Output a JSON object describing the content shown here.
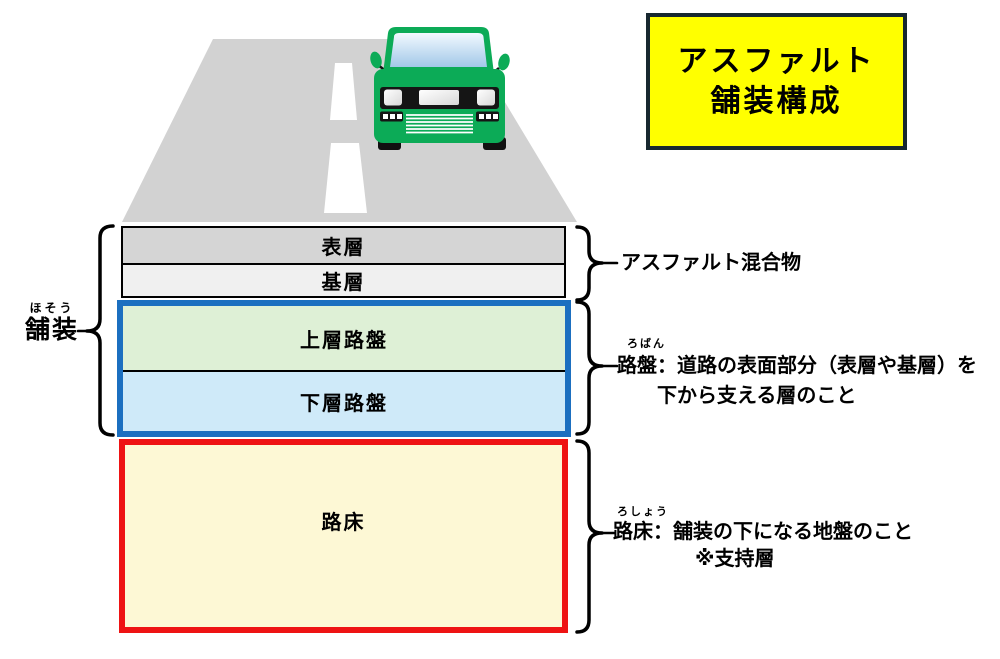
{
  "title_box": {
    "line1": "アスファルト",
    "line2": "舗装構成"
  },
  "pavement_bracket_label": {
    "furigana": "ほそう",
    "label": "舗装"
  },
  "layers": [
    {
      "id": "surface",
      "label": "表層"
    },
    {
      "id": "binder",
      "label": "基層"
    },
    {
      "id": "upper_base",
      "label": "上層路盤"
    },
    {
      "id": "lower_base",
      "label": "下層路盤"
    },
    {
      "id": "subgrade",
      "label": "路床"
    }
  ],
  "annotations": {
    "asphalt_mixture": {
      "label": "アスファルト混合物"
    },
    "roadbed": {
      "furigana": "ろばん",
      "line1": "路盤：道路の表面部分（表層や基層）を",
      "line2": "下から支える層のこと"
    },
    "subgrade": {
      "furigana": "ろしょう",
      "line1": "路床：舗装の下になる地盤のこと",
      "line2": "※支持層"
    }
  },
  "colors": {
    "title_bg": "#ffff00",
    "title_border": "#17282f",
    "surface_fill": "#d5d5d5",
    "binder_fill": "#f0f0f0",
    "upper_base_fill": "#def0d6",
    "lower_base_fill": "#cfeaf9",
    "subgrade_fill": "#fdf8d5",
    "base_course_border": "#1b6fc0",
    "subgrade_border": "#ee1313",
    "road_fill": "#d2d2d2",
    "van_green": "#0cab57"
  }
}
